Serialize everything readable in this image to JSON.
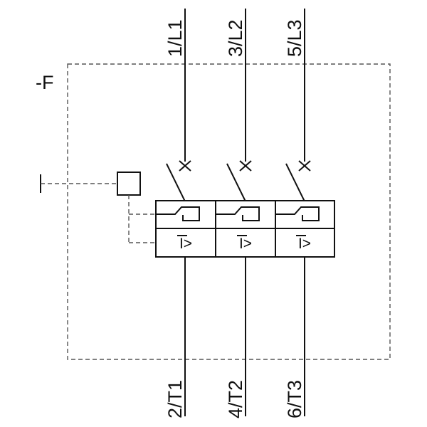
{
  "schematic": {
    "device_label": "-F",
    "poles": [
      {
        "top": "1/L1",
        "bottom": "2/T1"
      },
      {
        "top": "3/L2",
        "bottom": "4/T2"
      },
      {
        "top": "5/L3",
        "bottom": "6/T3"
      }
    ],
    "trip_symbol": "I>",
    "colors": {
      "line": "#111111",
      "dashed_line": "#555555",
      "background": "#ffffff"
    }
  }
}
